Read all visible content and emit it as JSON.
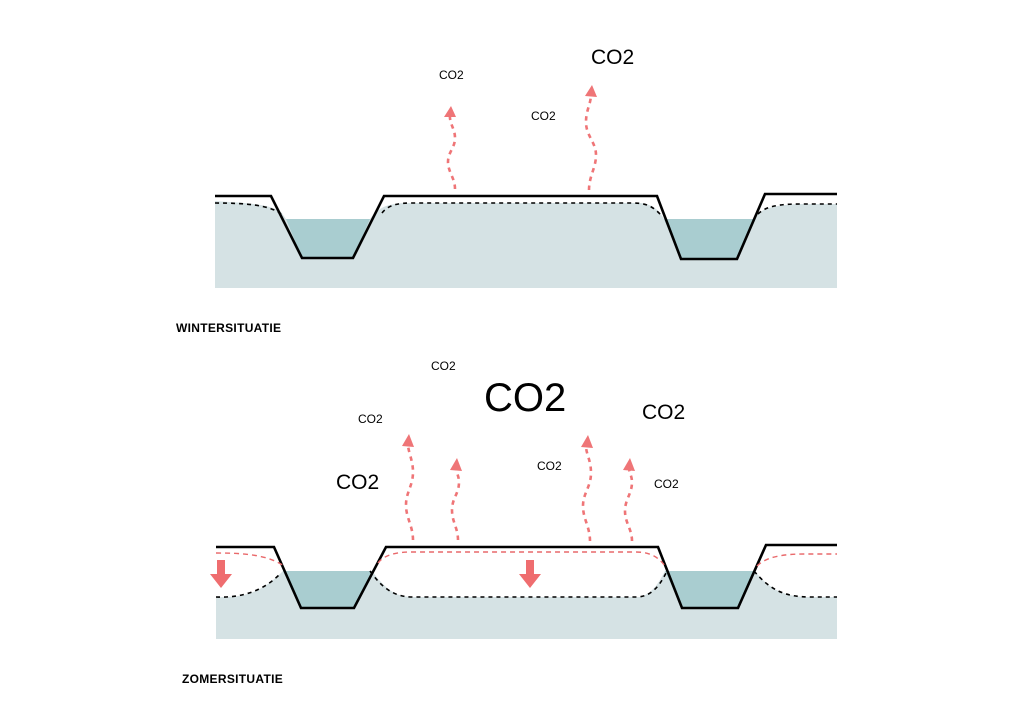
{
  "winter": {
    "caption": "WINTERSITUATIE",
    "co2_labels": [
      "CO2",
      "CO2",
      "CO2"
    ]
  },
  "summer": {
    "caption": "ZOMERSITUATIE",
    "co2_labels": [
      "CO2",
      "CO2",
      "CO2",
      "CO2",
      "CO2",
      "CO2",
      "CO2"
    ]
  },
  "colors": {
    "soil": "#d5e2e4",
    "ditch_water": "#a9cdd0",
    "co2_emission": "#ef7577",
    "ground_line": "#000000"
  },
  "icons": [
    "co2-emission-arrow-icon",
    "water-level-drop-arrow-icon"
  ]
}
